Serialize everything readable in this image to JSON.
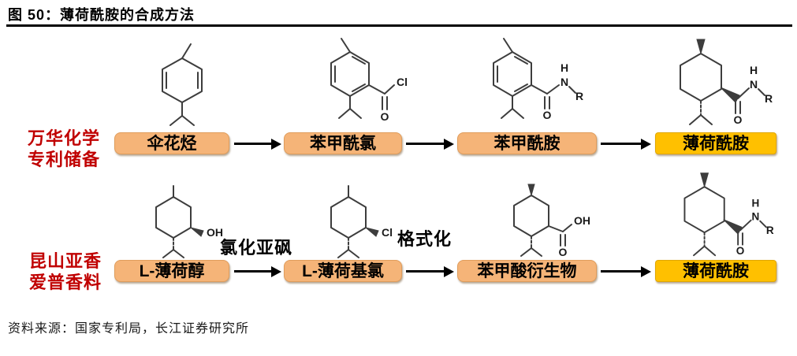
{
  "figure": {
    "title": "图 50：薄荷酰胺的合成方法",
    "source": "资料来源：国家专利局，长江证券研究所"
  },
  "colors": {
    "box_orange": "#F5B478",
    "box_gold": "#FFC000",
    "label_red": "#C00000",
    "arrow_black": "#000000"
  },
  "rows": [
    {
      "label_line1": "万华化学",
      "label_line2": "专利储备",
      "steps": [
        {
          "name": "伞花烃"
        },
        {
          "name": "苯甲酰氯"
        },
        {
          "name": "苯甲酰胺"
        },
        {
          "name": "薄荷酰胺"
        }
      ]
    },
    {
      "label_line1": "昆山亚香",
      "label_line2": "爱普香料",
      "steps": [
        {
          "name": "L-薄荷醇"
        },
        {
          "name": "L-薄荷基氯"
        },
        {
          "name": "苯甲酸衍生物"
        },
        {
          "name": "薄荷酰胺"
        }
      ],
      "arrow_labels": {
        "first": "氯化亚砜",
        "second": "格式化"
      }
    }
  ],
  "atoms": {
    "O": "O",
    "OH": "OH",
    "Cl": "Cl",
    "N": "N",
    "H": "H",
    "R": "R"
  }
}
